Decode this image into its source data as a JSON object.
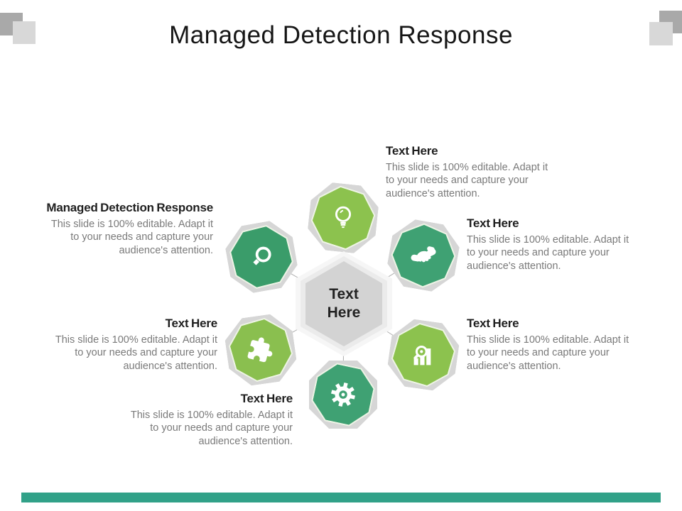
{
  "slide": {
    "title": "Managed Detection Response",
    "accent_bar_color": "#31a188",
    "decoration_dark_gray": "#a9a9a9",
    "decoration_light_gray": "#d8d8d8"
  },
  "center_hexagon": {
    "line1": "Text",
    "line2": "Here"
  },
  "body_text": "This slide is 100% editable. Adapt it to your needs and capture your audience's attention.",
  "nodes": [
    {
      "id": "top",
      "heading": "Text Here",
      "icon": "lightbulb-icon",
      "color": "#8cc24e"
    },
    {
      "id": "upper-right",
      "heading": "Text Here",
      "icon": "handshake-icon",
      "color": "#3fa173"
    },
    {
      "id": "lower-right",
      "heading": "Text Here",
      "icon": "chart-magnifier-icon",
      "color": "#8cc24e"
    },
    {
      "id": "bottom",
      "heading": "Text Here",
      "icon": "gear-icon",
      "color": "#3fa173"
    },
    {
      "id": "lower-left",
      "heading": "Text Here",
      "icon": "puzzle-icon",
      "color": "#8abf4f"
    },
    {
      "id": "upper-left",
      "heading": "Managed Detection Response",
      "icon": "magnifier-icon",
      "color": "#3a9c6a"
    }
  ]
}
